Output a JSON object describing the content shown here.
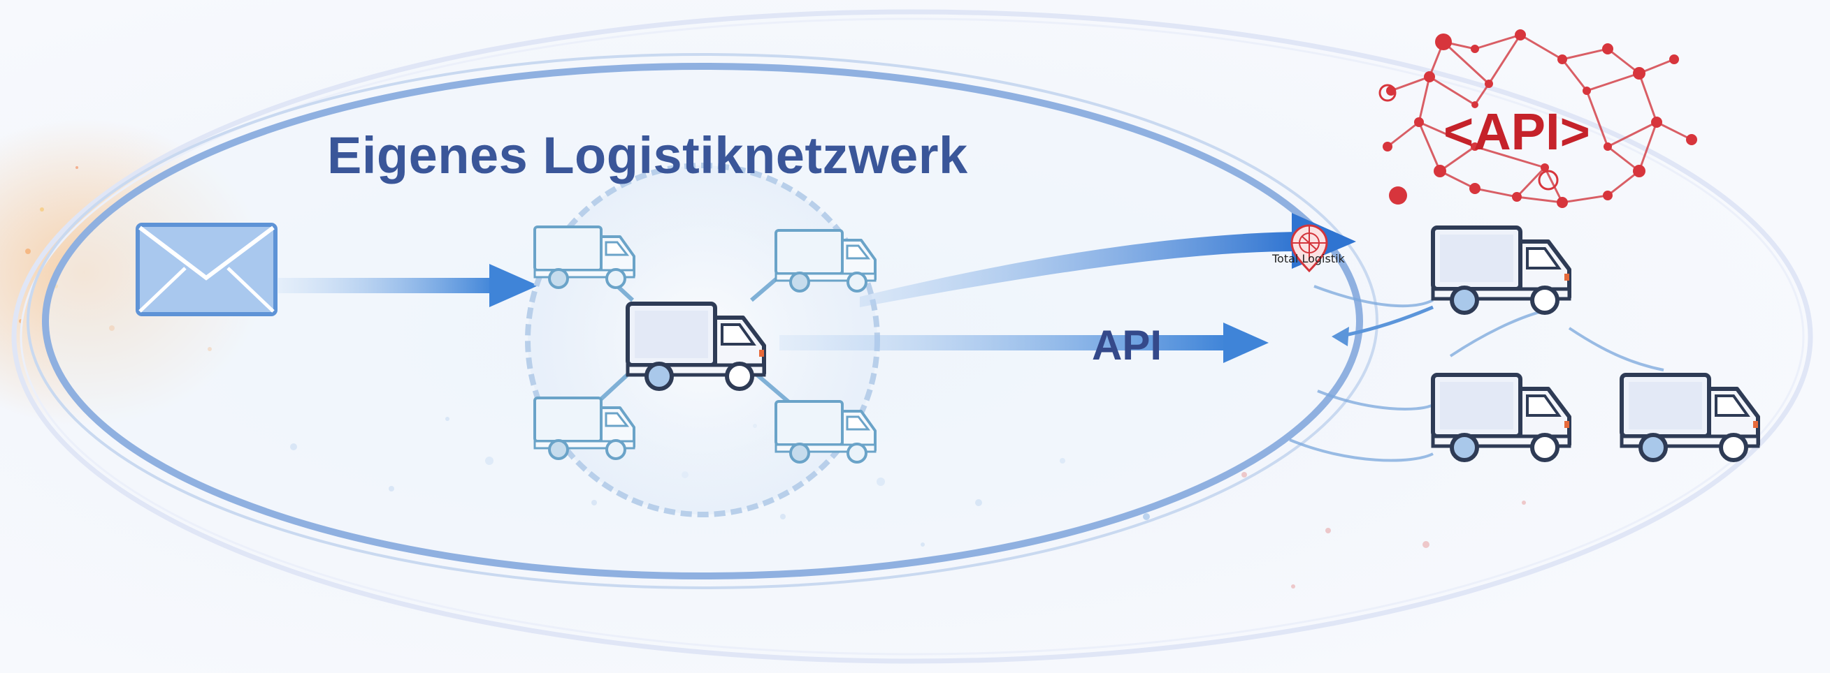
{
  "diagram": {
    "title": "Eigenes Logistiknetzwerk",
    "api_label": "API",
    "partner_badge": "Total Logistik",
    "api_badge": "<API>"
  },
  "colors": {
    "title": "#3a5699",
    "ellipse_stroke": "#8fb0e0",
    "arrow_blue": "#3d7fd6",
    "truck_outline": "#2e3b55",
    "truck_light_outline": "#6aa3c8",
    "api_red": "#c5222a"
  },
  "icons": {
    "sender": "envelope-icon",
    "network_trucks": "truck-icon",
    "partner_trucks": "truck-icon",
    "api_network": "network-nodes-icon",
    "partner_logo": "location-pin-icon"
  }
}
